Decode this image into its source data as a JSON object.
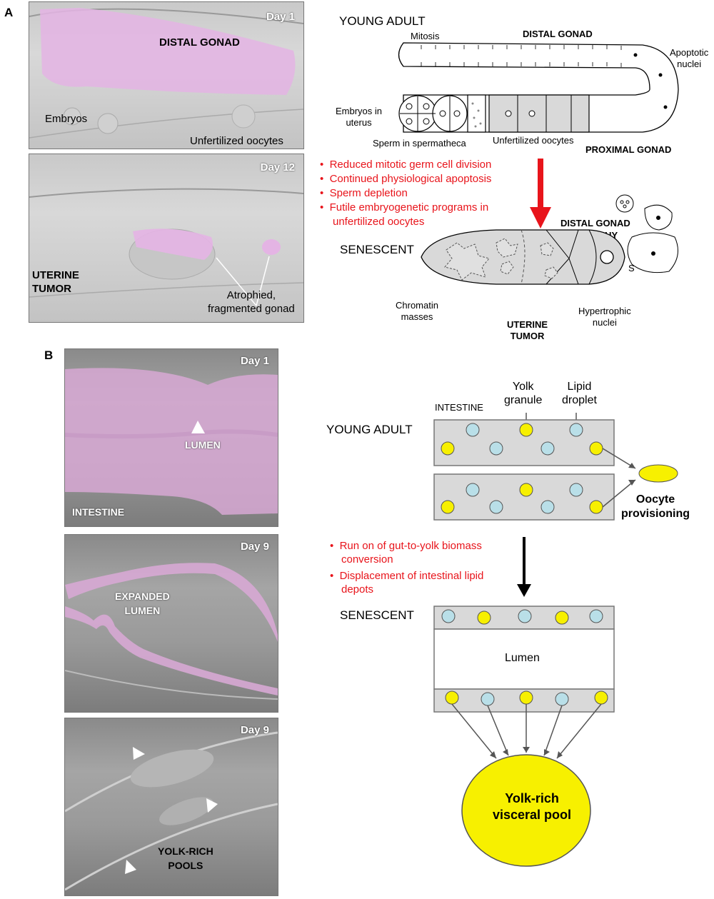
{
  "panel_a": {
    "letter": "A",
    "micro_top": {
      "day": "Day 1",
      "distal_gonad": "DISTAL GONAD",
      "embryos": "Embryos",
      "unfertilized": "Unfertilized oocytes"
    },
    "micro_bottom": {
      "day": "Day 12",
      "uterine_tumor_1": "UTERINE",
      "uterine_tumor_2": "TUMOR",
      "atrophied_1": "Atrophied,",
      "atrophied_2": "fragmented gonad"
    },
    "diagram": {
      "young_adult": "YOUNG ADULT",
      "mitosis": "Mitosis",
      "distal_gonad": "DISTAL GONAD",
      "apoptotic_1": "Apoptotic",
      "apoptotic_2": "nuclei",
      "embryos_1": "Embryos in",
      "embryos_2": "uterus",
      "sperm": "Sperm in spermatheca",
      "unfertilized": "Unfertilized oocytes",
      "proximal": "PROXIMAL GONAD",
      "bullets": [
        "Reduced mitotic germ cell division",
        "Continued physiological apoptosis",
        "Sperm depletion",
        "Futile embryogenetic programs in",
        "unfertilized oocytes"
      ],
      "senescent": "SENESCENT",
      "atrophy_1": "DISTAL GONAD",
      "atrophy_2": "ATROPHY",
      "s_label": "S",
      "chromatin_1": "Chromatin",
      "chromatin_2": "masses",
      "tumor_1": "UTERINE",
      "tumor_2": "TUMOR",
      "hyper_1": "Hypertrophic",
      "hyper_2": "nuclei"
    }
  },
  "panel_b": {
    "letter": "B",
    "micro1": {
      "day": "Day 1",
      "lumen": "LUMEN",
      "intestine": "INTESTINE"
    },
    "micro2": {
      "day": "Day 9",
      "expanded_1": "EXPANDED",
      "expanded_2": "LUMEN"
    },
    "micro3": {
      "day": "Day 9",
      "yolk_1": "YOLK-RICH",
      "yolk_2": "POOLS"
    },
    "diagram": {
      "yolk_granule_1": "Yolk",
      "yolk_granule_2": "granule",
      "lipid_1": "Lipid",
      "lipid_2": "droplet",
      "intestine": "INTESTINE",
      "young_adult": "YOUNG ADULT",
      "oocyte_1": "Oocyte",
      "oocyte_2": "provisioning",
      "bullets": [
        "Run on of gut-to-yolk biomass",
        "conversion",
        "Displacement of intestinal lipid",
        "depots"
      ],
      "senescent": "SENESCENT",
      "lumen": "Lumen",
      "pool_1": "Yolk-rich",
      "pool_2": "visceral pool"
    }
  },
  "colors": {
    "pink": "#e4b4e4",
    "yolk": "#f7f000",
    "lipid": "#b9dfe8",
    "red": "#e8141b",
    "grey_box": "#d9d9d9"
  }
}
